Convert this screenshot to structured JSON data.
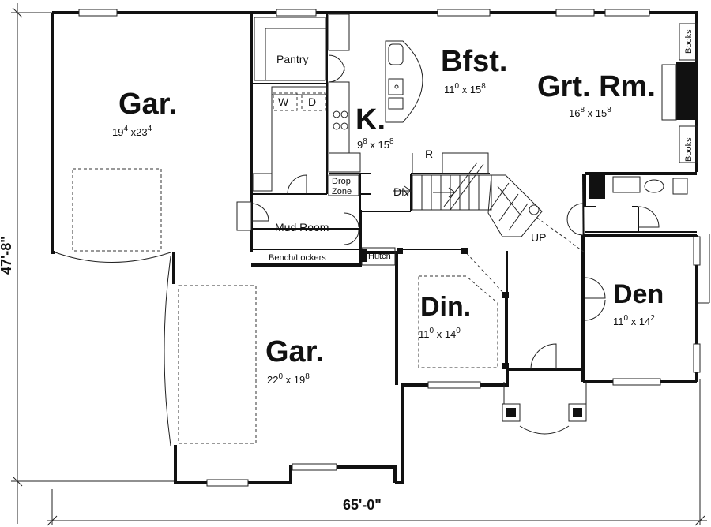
{
  "rooms": {
    "garage_1": {
      "name": "Gar.",
      "w": "19",
      "w_in": "4",
      "x": "x",
      "d": "23",
      "d_in": "4"
    },
    "garage_2": {
      "name": "Gar.",
      "w": "22",
      "w_in": "0",
      "x": "x",
      "d": "19",
      "d_in": "8"
    },
    "kitchen": {
      "name": "K.",
      "w": "9",
      "w_in": "8",
      "x": "x",
      "d": "15",
      "d_in": "8"
    },
    "breakfast": {
      "name": "Bfst.",
      "w": "11",
      "w_in": "0",
      "x": "x",
      "d": "15",
      "d_in": "8"
    },
    "great_room": {
      "name": "Grt. Rm.",
      "w": "16",
      "w_in": "8",
      "x": "x",
      "d": "15",
      "d_in": "8"
    },
    "dining": {
      "name": "Din.",
      "w": "11",
      "w_in": "0",
      "x": "x",
      "d": "14",
      "d_in": "0"
    },
    "den": {
      "name": "Den",
      "w": "11",
      "w_in": "0",
      "x": "x",
      "d": "14",
      "d_in": "2"
    }
  },
  "labels": {
    "pantry": "Pantry",
    "washer": "W",
    "dryer": "D",
    "mud_room": "Mud Room",
    "bench_lockers": "Bench/Lockers",
    "hutch": "Hutch",
    "drop_zone_1": "Drop",
    "drop_zone_2": "Zone",
    "stairs_down": "DN",
    "stairs_up": "UP",
    "refrigerator": "R",
    "books_top": "Books",
    "books_bottom": "Books"
  },
  "dimensions": {
    "width": "65'-0\"",
    "depth": "47'-8\""
  }
}
